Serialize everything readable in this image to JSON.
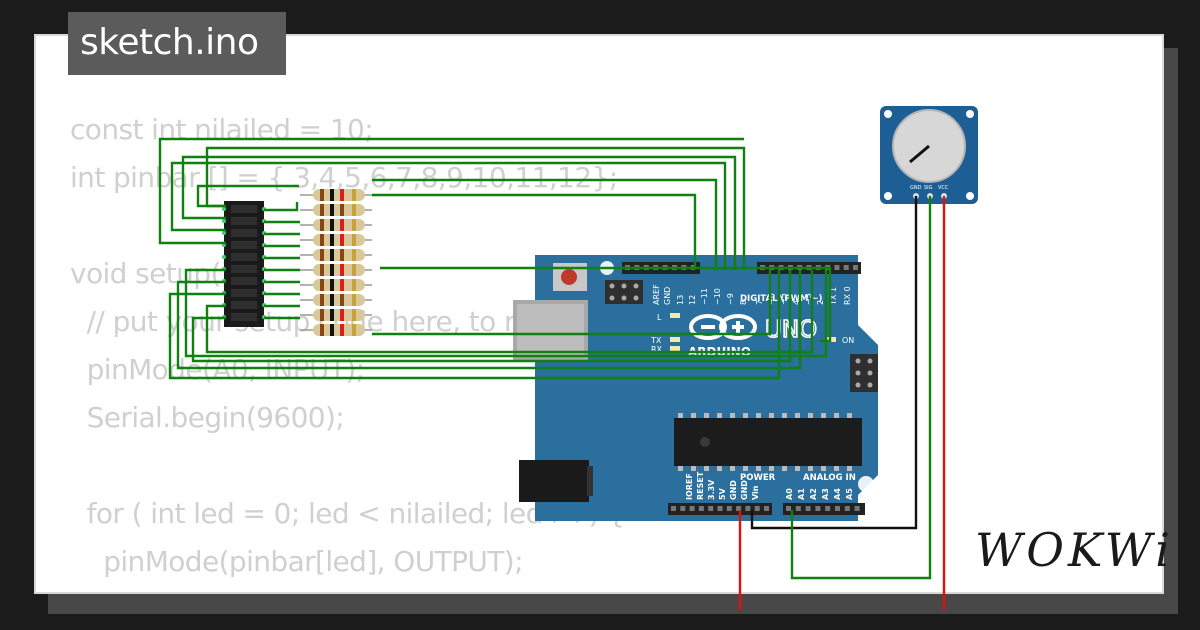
{
  "tab": {
    "filename": "sketch.ino"
  },
  "brand": {
    "logo_text": "WOKWi"
  },
  "code_lines": [
    "const int nilailed = 10;",
    "int pinbar [] = { 3,4,5,6,7,8,9,10,11,12};",
    "",
    "void setup() {",
    "  // put your setup code here, to run once:",
    "  pinMode(A0, INPUT);",
    "  Serial.begin(9600);",
    "",
    "  for ( int led = 0; led < nilailed; led++) {",
    "    pinMode(pinbar[led], OUTPUT);",
    "  }"
  ],
  "arduino": {
    "model": "UNO",
    "brand": "ARDUINO",
    "digital_header": "DIGITAL (PWM ~)",
    "digital_pins": [
      "AREF",
      "GND",
      "13",
      "12",
      "~11",
      "~10",
      "~9",
      "8",
      "7",
      "~6",
      "~5",
      "4",
      "~3",
      "2",
      "TX 1",
      "RX 0"
    ],
    "power_header": "POWER",
    "power_pins": [
      "IOREF",
      "RESET",
      "3.3V",
      "5V",
      "GND",
      "GND",
      "Vin"
    ],
    "analog_header": "ANALOG IN",
    "analog_pins": [
      "A0",
      "A1",
      "A2",
      "A3",
      "A4",
      "A5"
    ],
    "led_labels": [
      "L",
      "TX",
      "RX"
    ],
    "on_label": "ON"
  },
  "potentiometer": {
    "pins": [
      "GND",
      "SIG",
      "VCC"
    ]
  },
  "colors": {
    "board": "#2a6f9e",
    "wire_green": "#108010",
    "wire_red": "#e01010",
    "wire_black": "#111111",
    "pot_board": "#1d5f94"
  }
}
